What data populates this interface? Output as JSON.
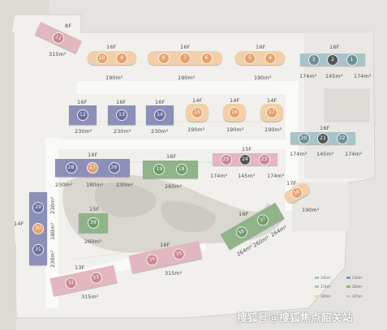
{
  "colors": {
    "ground": "#e4e3df",
    "road": "#f3f2ef",
    "landscape": "#cfcdc6",
    "peach": "#f2cfa8",
    "peach_unit": "#e3a36e",
    "blue": "#8c8fb8",
    "blue_unit": "#6a6d9e",
    "green": "#8fb48a",
    "green_unit": "#6f9a6a",
    "pink": "#e3b7bf",
    "pink_unit": "#c98896",
    "teal": "#a7c4c8",
    "teal_unit": "#6d8f95",
    "dark_unit": "#555555"
  },
  "buildings": [
    {
      "id": "b11",
      "floors": "8F",
      "area": "315m²",
      "theme": "pink",
      "units": [
        "11"
      ]
    },
    {
      "id": "b10-9",
      "floors": "16F",
      "area": "190m²",
      "theme": "peach",
      "units": [
        "10",
        "9"
      ]
    },
    {
      "id": "b8-6",
      "floors": "16F",
      "area": "190m²",
      "theme": "peach",
      "units": [
        "8",
        "7",
        "6"
      ]
    },
    {
      "id": "b5-4",
      "floors": "16F",
      "area": "190m²",
      "theme": "peach",
      "units": [
        "5",
        "4"
      ]
    },
    {
      "id": "b3-1",
      "floors": "16F",
      "area_left": "174m²",
      "area_mid": "145m²",
      "area_right": "174m²",
      "theme": "teal",
      "units": [
        "3",
        "2",
        "1"
      ]
    },
    {
      "id": "b12",
      "floors": "16F",
      "area": "230m²",
      "theme": "blue",
      "units": [
        "12"
      ]
    },
    {
      "id": "b13",
      "floors": "16F",
      "area": "230m²",
      "theme": "blue",
      "units": [
        "13"
      ]
    },
    {
      "id": "b14",
      "floors": "16F",
      "area": "230m²",
      "theme": "blue",
      "units": [
        "14"
      ]
    },
    {
      "id": "b15",
      "floors": "14F",
      "area": "190m²",
      "theme": "peach",
      "units": [
        "15"
      ]
    },
    {
      "id": "b16",
      "floors": "14F",
      "area": "190m²",
      "theme": "peach",
      "units": [
        "16"
      ]
    },
    {
      "id": "b17",
      "floors": "14F",
      "area": "190m²",
      "theme": "peach",
      "units": [
        "17"
      ]
    },
    {
      "id": "b20-22",
      "floors": "16F",
      "area_left": "174m²",
      "area_mid": "145m²",
      "area_right": "174m²",
      "theme": "teal",
      "units": [
        "20",
        "21",
        "22"
      ]
    },
    {
      "id": "b28-26",
      "floors": "16F",
      "area_left": "230m²",
      "area_mid": "180m²",
      "area_right": "230m²",
      "theme": "blue",
      "units": [
        "28",
        "27",
        "26"
      ]
    },
    {
      "id": "b19-18",
      "floors": "16F",
      "area": "260m²",
      "theme": "green",
      "units": [
        "19",
        "18"
      ]
    },
    {
      "id": "b25-23",
      "floors": "15F",
      "area_left": "174m²",
      "area_mid": "145m²",
      "area_right": "174m²",
      "theme": "pink",
      "units": [
        "25",
        "24",
        "23"
      ]
    },
    {
      "id": "b36",
      "floors": "17F",
      "area": "190m²",
      "theme": "peach",
      "units": [
        "36"
      ]
    },
    {
      "id": "b29-31",
      "floors": "14F",
      "area_top": "230m²",
      "area_mid": "180m²",
      "area_bottom": "230m²",
      "theme": "blue",
      "units": [
        "29",
        "30",
        "31"
      ]
    },
    {
      "id": "b39",
      "floors": "15F",
      "area": "260m²",
      "theme": "green",
      "units": [
        "39"
      ]
    },
    {
      "id": "b38-37",
      "floors": "16F",
      "area_left": "264m²",
      "area_mid": "260m²",
      "area_right": "264m²",
      "theme": "green",
      "units": [
        "38",
        "37"
      ]
    },
    {
      "id": "b34-35",
      "floors": "16F",
      "area": "315m²",
      "theme": "pink",
      "units": [
        "34",
        "35"
      ]
    },
    {
      "id": "b32-33",
      "floors": "13F",
      "area": "315m²",
      "theme": "pink",
      "units": [
        "32",
        "33"
      ]
    }
  ],
  "legend": [
    {
      "label": "145m²",
      "theme": "teal"
    },
    {
      "label": "230m²",
      "theme": "blue"
    },
    {
      "label": "174m²",
      "theme": "teal"
    },
    {
      "label": "260m²",
      "theme": "green"
    },
    {
      "label": "190m²",
      "theme": "peach"
    },
    {
      "label": "315m²",
      "theme": "pink"
    }
  ],
  "watermark": "搜狐号@搜狐焦点韶关站"
}
